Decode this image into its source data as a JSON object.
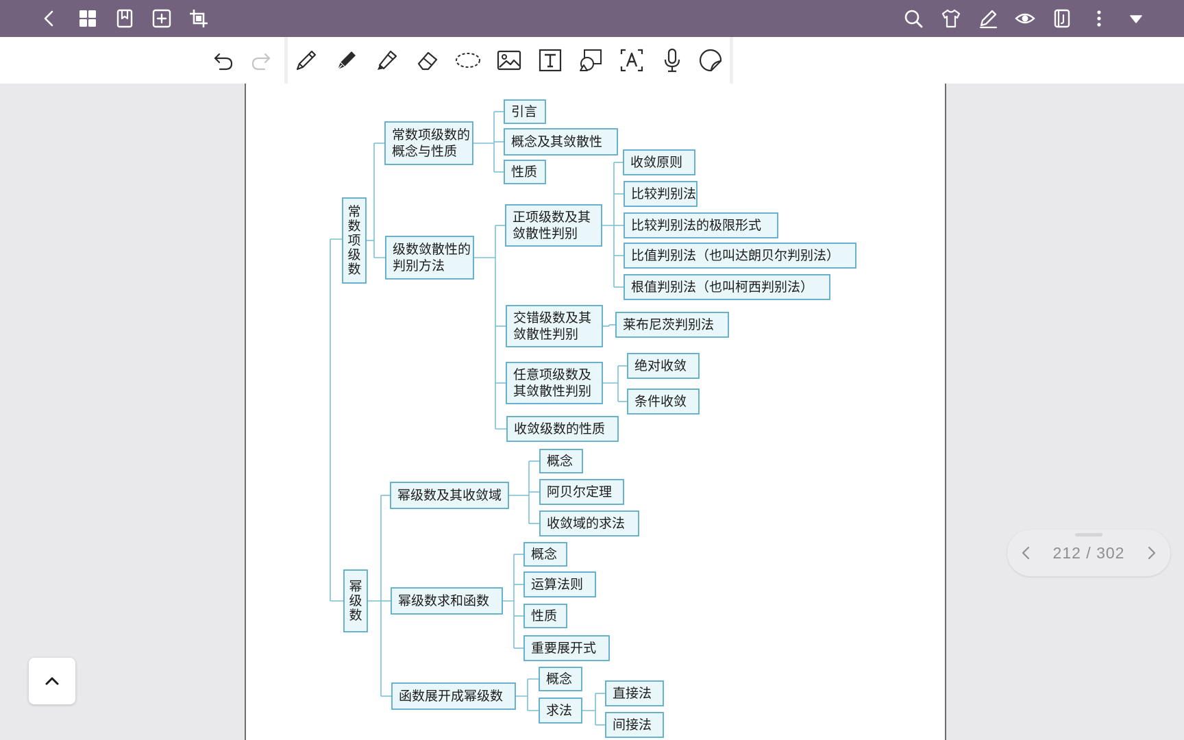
{
  "colors": {
    "topbar_bg": "#73627e",
    "topbar_icon": "#ffffff",
    "toolbar_bg": "#ffffff",
    "tool_icon": "#2b2b2b",
    "redo_disabled": "#c4c4c4",
    "workspace_bg": "#e9e9eb",
    "node_fill": "#e9f7fb",
    "node_border": "#5aa9c8",
    "connector": "#7cbfd8",
    "pager_text": "#8d8d93"
  },
  "topbar": {
    "left_icons": [
      "back-icon",
      "grid-view-icon",
      "bookmark-icon",
      "add-page-icon",
      "crop-icon"
    ],
    "right_icons": [
      "search-icon",
      "theme-shirt-icon",
      "edit-pen-icon",
      "eye-icon",
      "notebook-icon",
      "more-vertical-icon",
      "dropdown-triangle-icon"
    ]
  },
  "toolbar": {
    "tools": [
      "undo-icon",
      "redo-icon",
      "pen-icon",
      "fountain-pen-icon",
      "highlighter-icon",
      "eraser-icon",
      "lasso-icon",
      "image-icon",
      "text-box-icon",
      "shape-icon",
      "text-recognition-icon",
      "microphone-icon",
      "sticker-icon"
    ]
  },
  "pager": {
    "label": "212 / 302",
    "prev_icon": "chevron-left-icon",
    "next_icon": "chevron-right-icon"
  },
  "fab": {
    "icon": "chevron-up-icon"
  },
  "diagram": {
    "nodes": {
      "root1": "常数项级数",
      "root2": "幂级数",
      "n_concept": [
        "常数项级数的",
        "概念与性质"
      ],
      "n_intro": "引言",
      "n_conv": "概念及其敛散性",
      "n_prop1": "性质",
      "n_judge": [
        "级数敛散性的",
        "判别方法"
      ],
      "n_pos": [
        "正项级数及其",
        "敛散性判别"
      ],
      "n_p1": "收敛原则",
      "n_p2": "比较判别法",
      "n_p3": "比较判别法的极限形式",
      "n_p4": "比值判别法（也叫达朗贝尔判别法）",
      "n_p5": "根值判别法（也叫柯西判别法）",
      "n_alt": [
        "交错级数及其",
        "敛散性判别"
      ],
      "n_leib": "莱布尼茨判别法",
      "n_arb": [
        "任意项级数及",
        "其敛散性判别"
      ],
      "n_abs": "绝对收敛",
      "n_cond": "条件收敛",
      "n_convprop": "收敛级数的性质",
      "n_pow1": "幂级数及其收敛域",
      "n_pw_c": "概念",
      "n_abel": "阿贝尔定理",
      "n_domain": "收敛域的求法",
      "n_pow2": "幂级数求和函数",
      "n_s_c": "概念",
      "n_s_rule": "运算法则",
      "n_s_prop": "性质",
      "n_s_exp": "重要展开式",
      "n_pow3": "函数展开成幂级数",
      "n_e_c": "概念",
      "n_e_m": "求法",
      "n_direct": "直接法",
      "n_indirect": "间接法"
    }
  }
}
